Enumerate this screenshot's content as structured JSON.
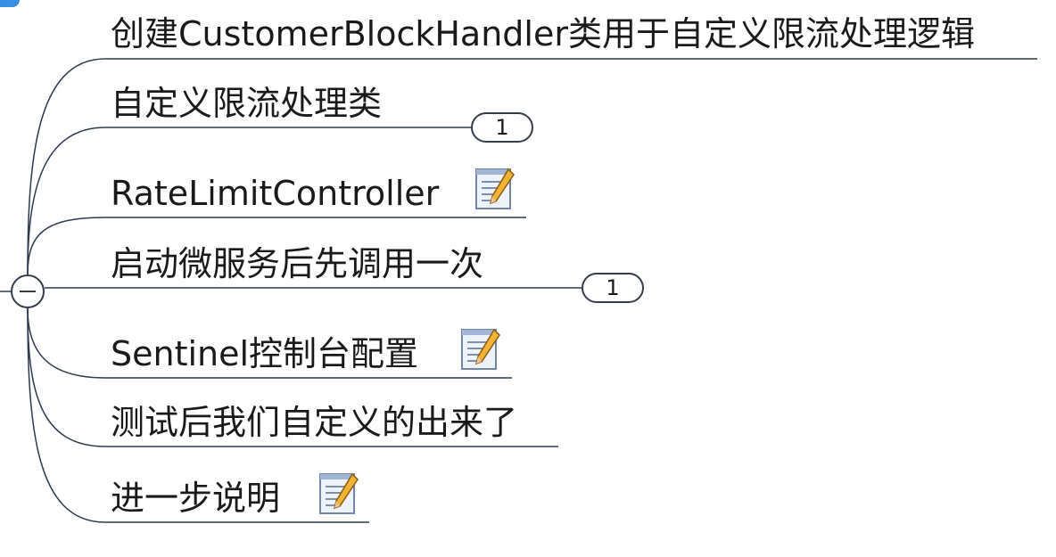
{
  "mindmap": {
    "nodes": [
      {
        "label": "创建CustomerBlockHandler类用于自定义限流处理逻辑",
        "badge": null,
        "has_note": false
      },
      {
        "label": "自定义限流处理类",
        "badge": "1",
        "has_note": false
      },
      {
        "label": "RateLimitController",
        "badge": null,
        "has_note": true
      },
      {
        "label": "启动微服务后先调用一次",
        "badge": "1",
        "has_note": false
      },
      {
        "label": "Sentinel控制台配置",
        "badge": null,
        "has_note": true
      },
      {
        "label": "测试后我们自定义的出来了",
        "badge": null,
        "has_note": false
      },
      {
        "label": "进一步说明",
        "badge": null,
        "has_note": true
      }
    ],
    "colors": {
      "branch_line": "#2b3a4f",
      "text": "#1a1a1a",
      "accent": "#3a8ee6"
    },
    "icons": {
      "note": "note-icon",
      "collapse": "collapse-minus-icon"
    }
  }
}
